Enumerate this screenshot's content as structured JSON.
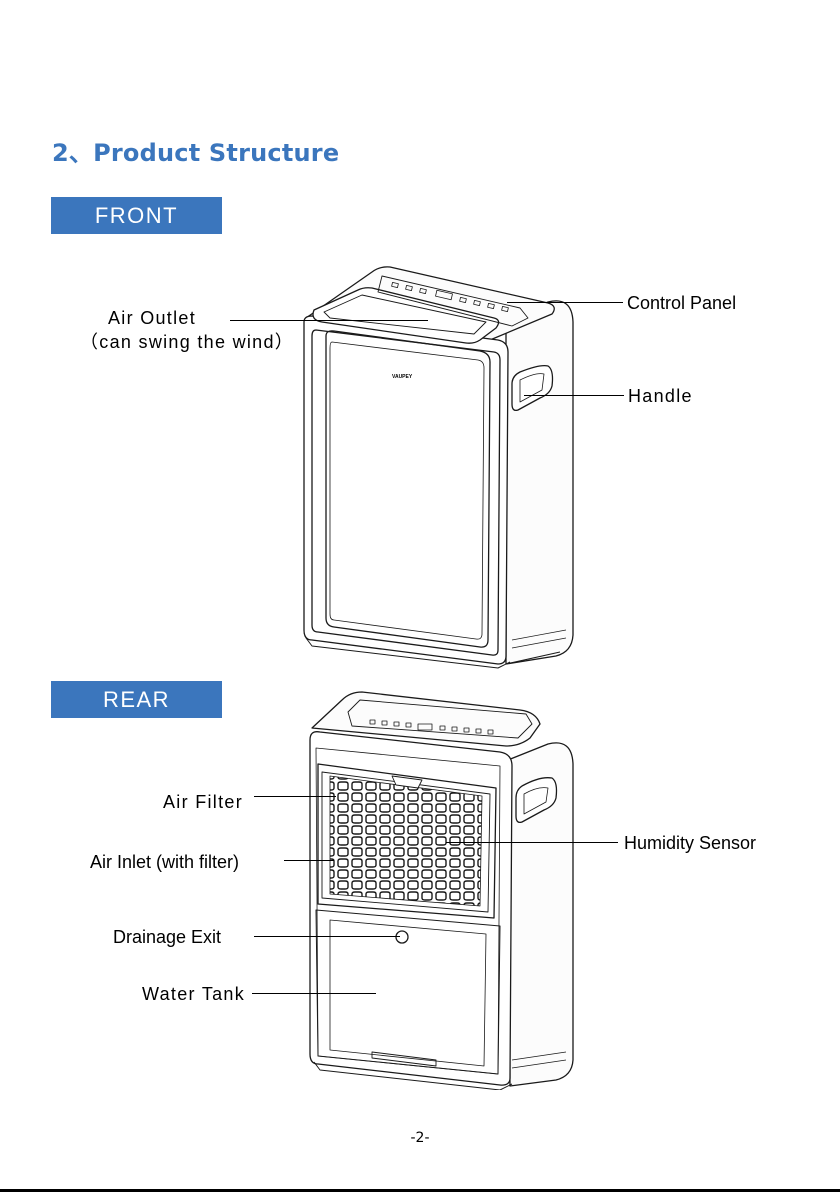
{
  "section": {
    "title": "2、Product Structure"
  },
  "front": {
    "banner": "FRONT",
    "brand_logo": "VAUPEY",
    "labels": {
      "air_outlet": "Air Outlet",
      "air_outlet_note": "（can swing the wind）",
      "control_panel": "Control Panel",
      "handle": "Handle"
    }
  },
  "rear": {
    "banner": "REAR",
    "labels": {
      "air_filter": "Air Filter",
      "air_inlet": "Air Inlet (with filter)",
      "drainage_exit": "Drainage Exit",
      "water_tank": "Water Tank",
      "humidity_sensor": "Humidity Sensor"
    }
  },
  "footer": {
    "page_number": "-2-"
  },
  "colors": {
    "accent": "#3b76bd",
    "line": "#000000"
  }
}
